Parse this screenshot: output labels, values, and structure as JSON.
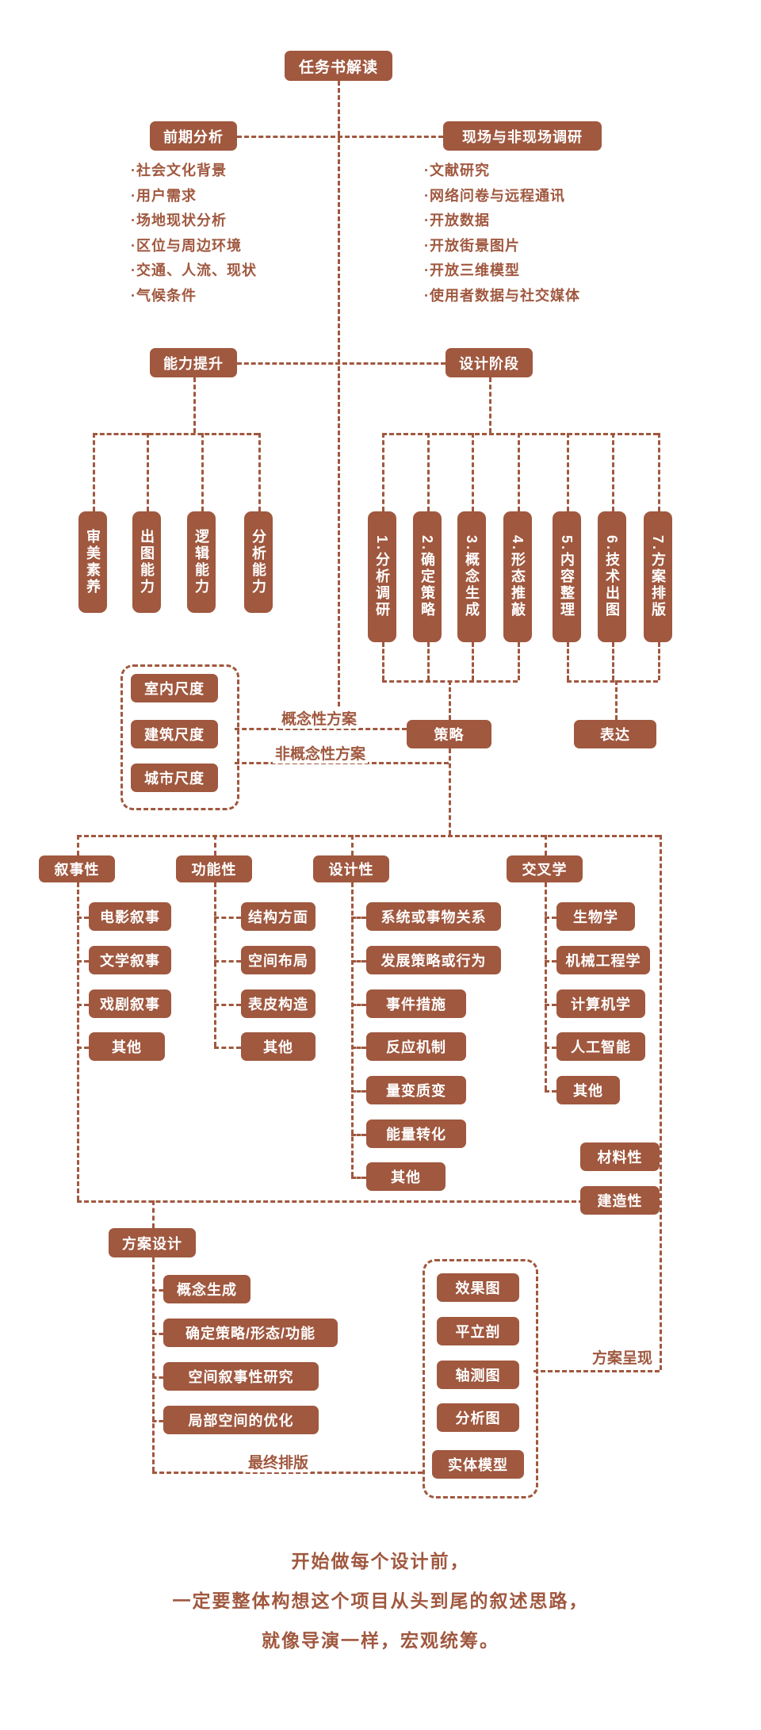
{
  "colors": {
    "brand": "#A0583F",
    "background": "#FFFFFF"
  },
  "root": {
    "title": "任务书解读"
  },
  "phase1": {
    "left": {
      "title": "前期分析",
      "items": [
        "·社会文化背景",
        "·用户需求",
        "·场地现状分析",
        "·区位与周边环境",
        "·交通、人流、现状",
        "·气候条件"
      ]
    },
    "right": {
      "title": "现场与非现场调研",
      "items": [
        "·文献研究",
        "·网络问卷与远程通讯",
        "·开放数据",
        "·开放街景图片",
        "·开放三维模型",
        "·使用者数据与社交媒体"
      ]
    }
  },
  "ability": {
    "title": "能力提升",
    "items": [
      "审美素养",
      "出图能力",
      "逻辑能力",
      "分析能力"
    ]
  },
  "stages": {
    "title": "设计阶段",
    "items": [
      "1.分析调研",
      "2.确定策略",
      "3.概念生成",
      "4.形态推敲",
      "5.内容整理",
      "6.技术出图",
      "7.方案排版"
    ]
  },
  "scales": {
    "items": [
      "室内尺度",
      "建筑尺度",
      "城市尺度"
    ]
  },
  "strategy": {
    "label": "策略",
    "conceptual_label": "概念性方案",
    "non_conceptual_label": "非概念性方案"
  },
  "expression": {
    "label": "表达"
  },
  "categories": {
    "narrative": {
      "title": "叙事性",
      "items": [
        "电影叙事",
        "文学叙事",
        "戏剧叙事",
        "其他"
      ]
    },
    "functional": {
      "title": "功能性",
      "items": [
        "结构方面",
        "空间布局",
        "表皮构造",
        "其他"
      ]
    },
    "design": {
      "title": "设计性",
      "items": [
        "系统或事物关系",
        "发展策略或行为",
        "事件措施",
        "反应机制",
        "量变质变",
        "能量转化",
        "其他"
      ]
    },
    "interdisciplinary": {
      "title": "交叉学",
      "items": [
        "生物学",
        "机械工程学",
        "计算机学",
        "人工智能",
        "其他"
      ]
    },
    "material": "材料性",
    "construction": "建造性"
  },
  "scheme": {
    "title": "方案设计",
    "items": [
      "概念生成",
      "确定策略/形态/功能",
      "空间叙事性研究",
      "局部空间的优化"
    ],
    "final_label": "最终排版"
  },
  "deliverables": {
    "label": "方案呈现",
    "items": [
      "效果图",
      "平立剖",
      "轴测图",
      "分析图",
      "实体模型"
    ]
  },
  "footer": {
    "lines": [
      "开始做每个设计前，",
      "一定要整体构想这个项目从头到尾的叙述思路，",
      "就像导演一样，宏观统筹。"
    ]
  }
}
